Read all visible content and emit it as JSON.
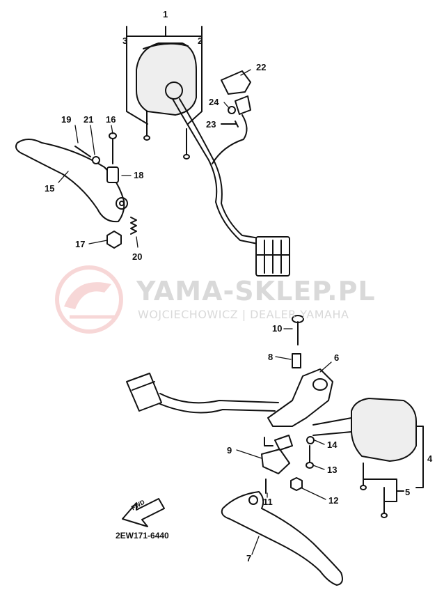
{
  "watermark": {
    "title": "YAMA-SKLEP.PL",
    "subtitle": "WOJCIECHOWICZ | DEALER YAMAHA",
    "logo_color": "#f2b8b8",
    "text_color": "#d9d9d9"
  },
  "diagram_code": "2EW171-6440",
  "arrow_label": "FWD",
  "part_numbers": [
    "1",
    "2",
    "3",
    "4",
    "5",
    "6",
    "7",
    "8",
    "9",
    "10",
    "11",
    "12",
    "13",
    "14",
    "15",
    "16",
    "17",
    "18",
    "19",
    "20",
    "21",
    "22",
    "23",
    "24"
  ]
}
